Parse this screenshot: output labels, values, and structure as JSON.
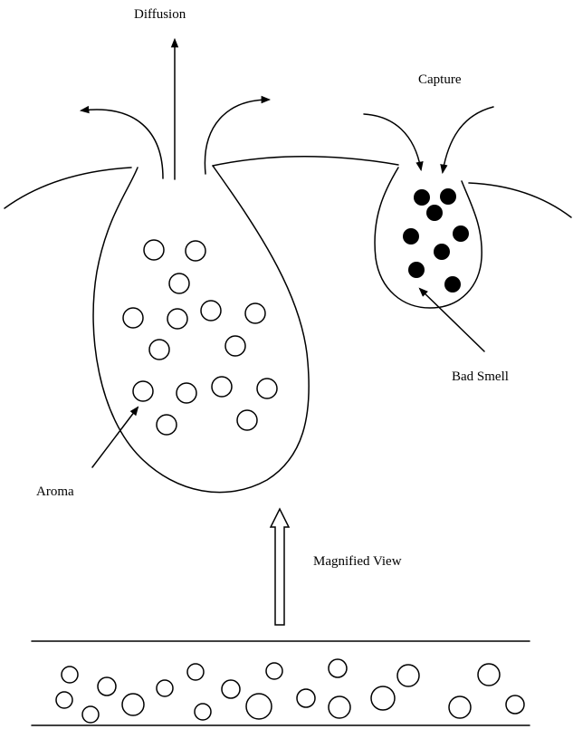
{
  "labels": {
    "diffusion": "Diffusion",
    "capture": "Capture",
    "bad_smell": "Bad Smell",
    "aroma": "Aroma",
    "magnified_view": "Magnified View"
  },
  "colors": {
    "stroke": "#000000",
    "background": "#ffffff",
    "aroma_particle_fill": "#ffffff",
    "bad_smell_particle_fill": "#000000"
  }
}
